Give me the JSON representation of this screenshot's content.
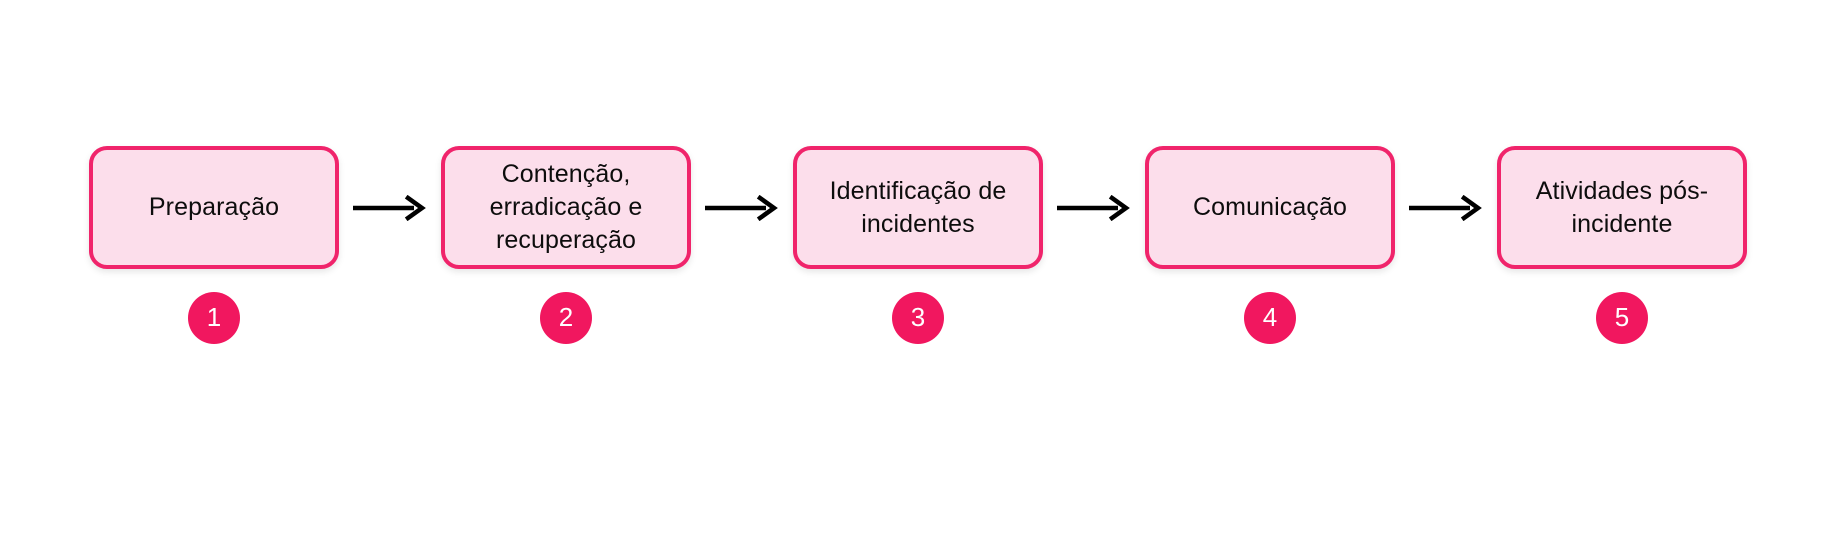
{
  "diagram": {
    "type": "horizontal-process-flow",
    "title": "",
    "background_color": "#FFFFFF",
    "box_fill_color": "#FCDEEB",
    "box_border_color": "#F0246B",
    "badge_color": "#F1175F",
    "badge_text_color": "#FFFFFF",
    "arrow_color": "#000000",
    "text_color": "#0D0D0D",
    "steps": [
      {
        "number": "1",
        "label": "Preparação"
      },
      {
        "number": "2",
        "label": "Contenção,\nerradicação e\nrecuperação"
      },
      {
        "number": "3",
        "label": "Identificação de\nincidentes"
      },
      {
        "number": "4",
        "label": "Comunicação"
      },
      {
        "number": "5",
        "label": "Atividades pós-\nincidente"
      }
    ],
    "connectors": [
      {
        "from": "1",
        "to": "2",
        "icon": "arrow-right-icon"
      },
      {
        "from": "2",
        "to": "3",
        "icon": "arrow-right-icon"
      },
      {
        "from": "3",
        "to": "4",
        "icon": "arrow-right-icon"
      },
      {
        "from": "4",
        "to": "5",
        "icon": "arrow-right-icon"
      }
    ]
  }
}
